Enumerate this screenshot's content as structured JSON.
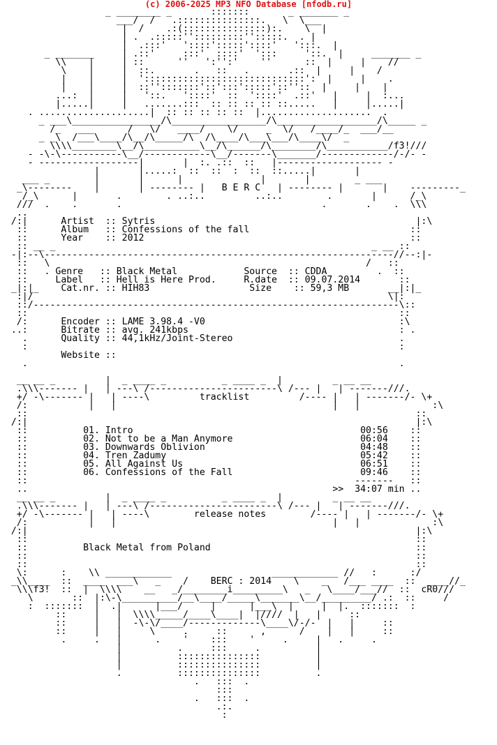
{
  "header": {
    "text": "(c) 2006-2025 MP3 NFO Database [nfodb.ru]"
  },
  "nfo": {
    "lines": [
      "                   _ ________ _       :::::::       _ _______ _",
      "                     ___/  /   .:::::::::::::::.   \\  \\___",
      "                      |  /    .:(:::::::::::::::):.    \\  |",
      "                      | .  .:::::'':::::::::'':::::.  . |",
      "                      |  .:::'   '::::':::::'::::'   ':::.  |",
      "        _ _______     | .::'     :::'  ::::'  ':::     '::.  |     _______ _",
      "          \\\\    |     | ::      ''   ':'':'    ''      ::  |     |    //",
      "           \\    |     |  ::.       .   ::   .       .::  |     |    /",
      "           |    |     |  ':::::::::::::::::::::::::::::':  |     |    .",
      "           |    |     |  ::'':::::::'::':::':::::'::''::  |     |    |",
      "          ...:  |     |   '::.   '::::'  ::  '::::'  .::'   |     |  :...",
      "          |.....|     |   .......:::  :: :: :: :: ::.....   |     |.....|",
      "     . ....................|  :: :: :: :: ::  |....................  .",
      "       _ ___\\________________/\\_________________/\\__________________/\\_____ _",
      "         /_   ___      /   \\/   ____/    \\/     _  \\/   /____/_  ___/__",
      "       _ _\\  /___\\____/\\__/\\_____/\\  /\\____/\\___\\___/\\____\\/  _",
      "         \\\\\\\\________\\__/\\__________\\__/\\______/\\________/\\___________/f3!///",
      "     - -\\-\\-----------\\__/------------\\__/-------\\_______/-------------/-/- -",
      "     - ------------------|       |  :. .::  ::   |------------------- -",
      "                 |       |.....:  ::  ::  :  ::  ::.....|       |",
      "    ___ _        |       |      |              |       |        _ ___",
      "   _\\--------    |       | -------- |   B E R C   | -------- |       |    ---------_",
      "    /_\\      |       .        . ..:..         ..:..        .       |      /_\\",
      "   ///  .    .       .                                    .       .    .  \\\\\\",
      "   ..",
      "  /:|      Artist  :: Sytris                                               |:\\",
      "   ::      Album   :: Confessions of the fall                             ::",
      "   ::      Year    :: 2012                                                ::",
      "   :: __ _                                                         _ __ ::",
      "  -|:--\\---------------------------------------------------------------//--:|-",
      "   ::   \\                                                         /   ::",
      "   ::   . Genre   :: Black Metal            Source  :: CDDA         .  ::",
      "   ::     Label   :: Hell is Here Prod.     R.date  :: 09.07.2014       ::",
      "  _|:|_    Cat.nr. :: HIH83                  Size    :: 59,3 MB       __|:|_",
      "   :|/                                                                \\|:",
      "   ::/------------------------------------------------------------------\\::",
      "   ::                                                                   ::",
      "   /:      Encoder :: LAME 3.98.4 -V0                                   :\\",
      "  ..:      Bitrate :: avg. 241kbps                                      : .",
      "    .      Quality :: 44,1kHz/Joint-Stereo                              .",
      "    :                                                                   :",
      "           Website ::",
      "    .                                                                   .",
      "",
      "   __ __ _         |  _ ____ _          _ ____ _  |         _ __ __",
      "   .\\\\\\------- |   | ---\\ /-----------------------\\ /--- |   | -------///.",
      "   +/ -\\------- |   | ----\\         tracklist         /---- |   | -------/- \\+",
      "   /:           |   |                                       |   |             :\\",
      "   ::                                                                      ::",
      "  /:|                                                                      |:\\",
      "   ::          01. Intro                                         00:56    ::",
      "   ::          02. Not to be a Man Anymore                       06:04    ::",
      "   ::          03. Downwards Oblivion                            04:48    ::",
      "   ::          04. Tren Zadumy                                   05:42    ::",
      "   ::          05. All Against Us                                06:51    ::",
      "   ::          06. Confessions of the Fall                       09:46    ::",
      "   ::                                                           -------   ::",
      "   ..                                                       >>  34:07 min ..",
      "   __ __ _         |  _ ____ _          _ ____ _  |         _ __ __",
      "   .\\\\\\------- |   | ---\\ /-----------------------\\ /--- |   | -------///.",
      "   +/ -\\------- |   | ----\\        release notes        /---- |   | -------/- \\+",
      "   /:           |   |                                       |   |             :\\",
      "  /:|                                                                      |:\\",
      "   ::                                                                      ::",
      "   ::          Black Metal from Poland                                     ::",
      "   ::                                                                      ::",
      "   ::                                                                      ::",
      "   \\:      :    \\\\ ____________                  ____________ //   :      :/",
      "  _\\\\____  ::  ____  ___\\   _    /    BERC : 2014    \\    _   /___ ____  ::  ____//_",
      "   \\\\\\f3!  ::  |  \\\\\\\\    __   _/________i_________\\   _   \\____/___//  ::  cR0///",
      "     \\       ::  |:\\-\\__________/__\\____/_____\\_______\\__/_________/ .:  ::     /",
      "     :  :::::::  |  .|      |___/     |      |___\\  |     |  |.  :::::::  :",
      "          ::     |   |  \\\\\\\\_____/____\\____|  |////  |   |     ::",
      "          ::     |   |  -\\-\\/____/-------------\\____\\/-/-  |   |     ::",
      "          ::     |   |     \\     .     ::      ,      /    |   |     ::",
      "           .     .   |      .    '    :::    '     .     |   .     .",
      "                     |          .     :::     .          |",
      "                     |          :::::::::::::::          |",
      "                     |          :::::::::::::::          |",
      "                     .          :::::::::::::::          .",
      "                                   .   :::  .",
      "                                       :::",
      "                                   .   :::  .",
      "                                       .:.",
      "                                        :"
    ]
  }
}
